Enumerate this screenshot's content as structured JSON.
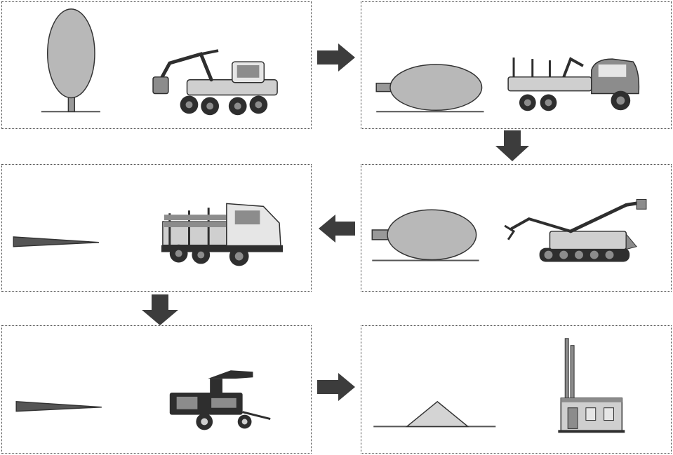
{
  "diagram": {
    "type": "process-flow",
    "steps": [
      {
        "id": "felling",
        "icon": "standing-tree-icon",
        "machine": "harvester-icon"
      },
      {
        "id": "forwarding",
        "icon": "felled-tree-icon",
        "machine": "forwarder-icon"
      },
      {
        "id": "delimbing",
        "icon": "felled-tree-icon",
        "machine": "tracked-crane-machine-icon"
      },
      {
        "id": "log-transport",
        "icon": "log-icon",
        "machine": "timber-truck-icon"
      },
      {
        "id": "chipping",
        "icon": "log-icon",
        "machine": "wood-chipper-icon"
      },
      {
        "id": "energy-production",
        "icon": "chip-pile-icon",
        "machine": "boiler-plant-icon"
      }
    ],
    "arrows": [
      {
        "from": "felling",
        "to": "forwarding",
        "direction": "right"
      },
      {
        "from": "forwarding",
        "to": "delimbing",
        "direction": "down"
      },
      {
        "from": "delimbing",
        "to": "log-transport",
        "direction": "left"
      },
      {
        "from": "log-transport",
        "to": "chipping",
        "direction": "down"
      },
      {
        "from": "chipping",
        "to": "energy-production",
        "direction": "right"
      }
    ],
    "colors": {
      "crown_fill": "#b8b8b8",
      "outline": "#333333",
      "arrow": "#3c3c3c",
      "pile_fill": "#d4d4d4",
      "machine_dark": "#2e2e2e",
      "machine_mid": "#8c8c8c",
      "machine_light": "#cfcfcf"
    }
  }
}
